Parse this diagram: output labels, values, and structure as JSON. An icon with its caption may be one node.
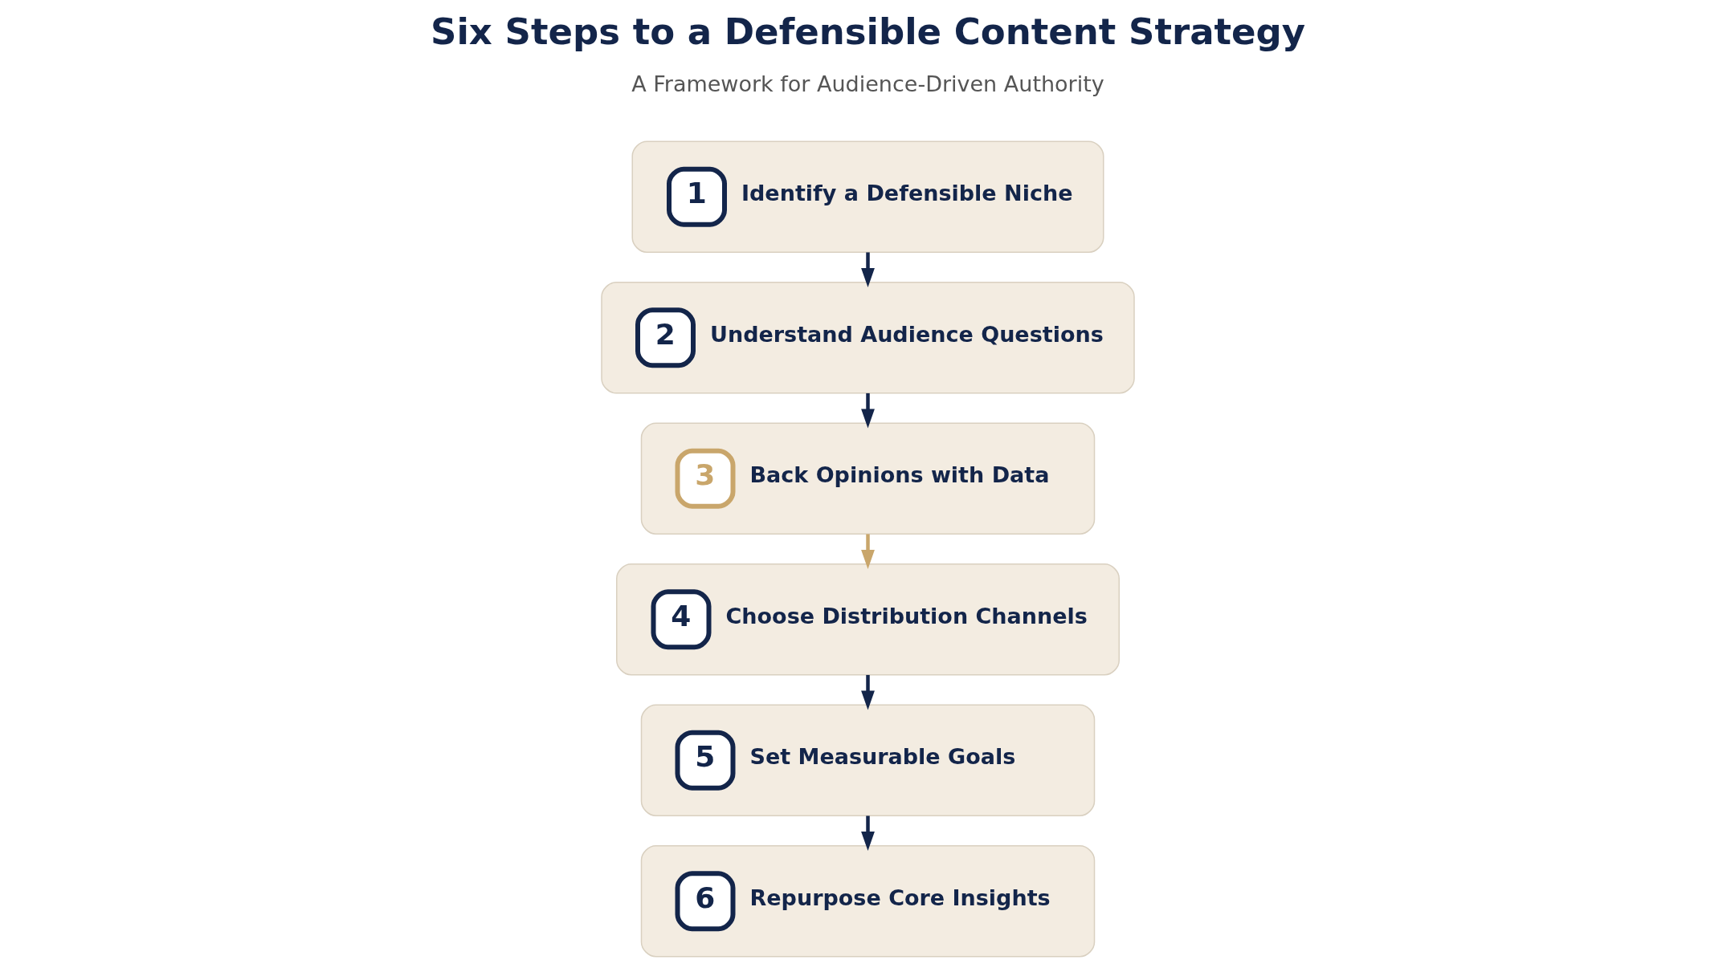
{
  "diagram": {
    "title": "Six Steps to a Defensible Content Strategy",
    "nodes": [
      {
        "text": [
          "1",
          "Identify a Defensible Niche"
        ]
      },
      {
        "text": [
          "2",
          "Understand Audience Questions"
        ]
      },
      {
        "text": [
          "3",
          "Back Opinions with Data"
        ]
      },
      {
        "text": [
          "4",
          "Choose Distribution Channels"
        ]
      },
      {
        "text": [
          "5",
          "Set Measurable Goals"
        ]
      },
      {
        "text": [
          "6",
          "Repurpose Core Insights"
        ]
      }
    ],
    "edges": [
      {
        "from": 0,
        "to": 1,
        "arrow": "to"
      },
      {
        "from": 1,
        "to": 2,
        "arrow": "to"
      },
      {
        "from": 2,
        "to": 3,
        "arrow": "to",
        "color": "#c9a66b"
      },
      {
        "from": 3,
        "to": 4,
        "arrow": "to"
      },
      {
        "from": 4,
        "to": 5,
        "arrow": "to"
      }
    ],
    "labels": [
      "A Framework for Audience-Driven Authority"
    ]
  }
}
